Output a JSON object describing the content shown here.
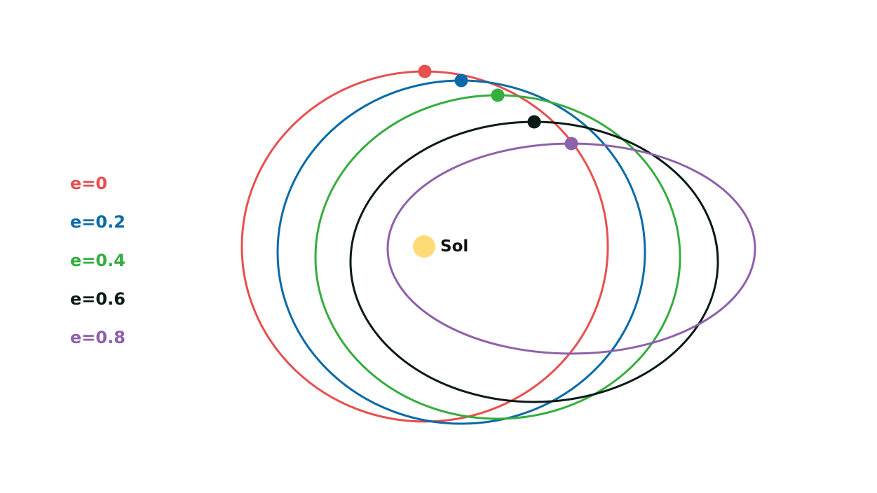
{
  "sun": {
    "label": "Sol",
    "color": "#fddc78"
  },
  "orbits": [
    {
      "eccentricity": 0,
      "label": "e=0",
      "color": "#e84f4f"
    },
    {
      "eccentricity": 0.2,
      "label": "e=0.2",
      "color": "#0a6aa8"
    },
    {
      "eccentricity": 0.4,
      "label": "e=0.4",
      "color": "#35ad3f"
    },
    {
      "eccentricity": 0.6,
      "label": "e=0.6",
      "color": "#0b1a17"
    },
    {
      "eccentricity": 0.8,
      "label": "e=0.8",
      "color": "#8e61aa"
    }
  ]
}
